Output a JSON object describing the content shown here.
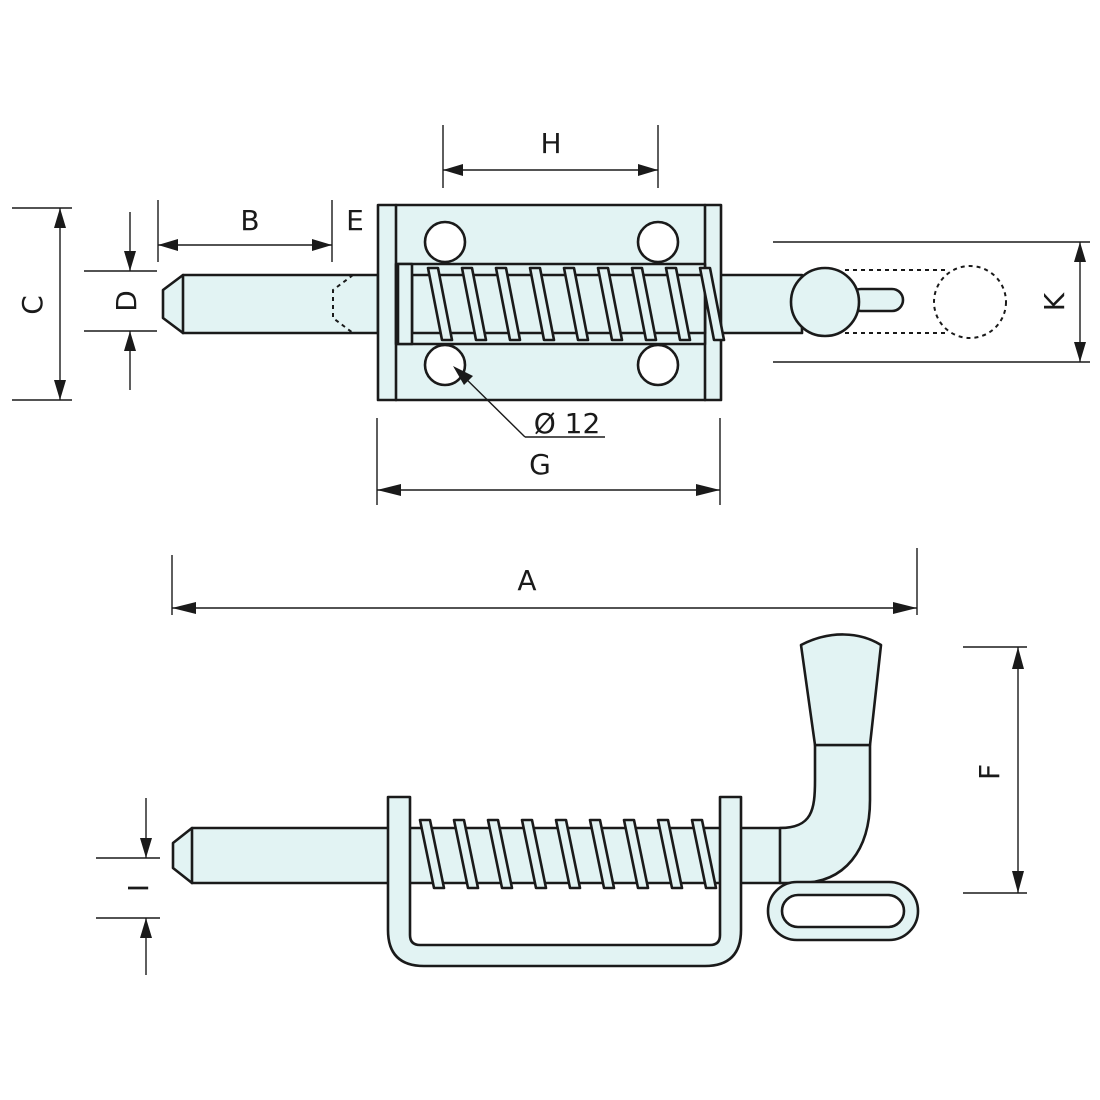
{
  "labels": {
    "A": "A",
    "B": "B",
    "C": "C",
    "D": "D",
    "E": "E",
    "F": "F",
    "G": "G",
    "H": "H",
    "I": "I",
    "K": "K",
    "hole_diameter": "Ø 12"
  },
  "colors": {
    "part_fill": "#e2f3f3",
    "stroke": "#1a1a1a",
    "background": "#ffffff"
  }
}
